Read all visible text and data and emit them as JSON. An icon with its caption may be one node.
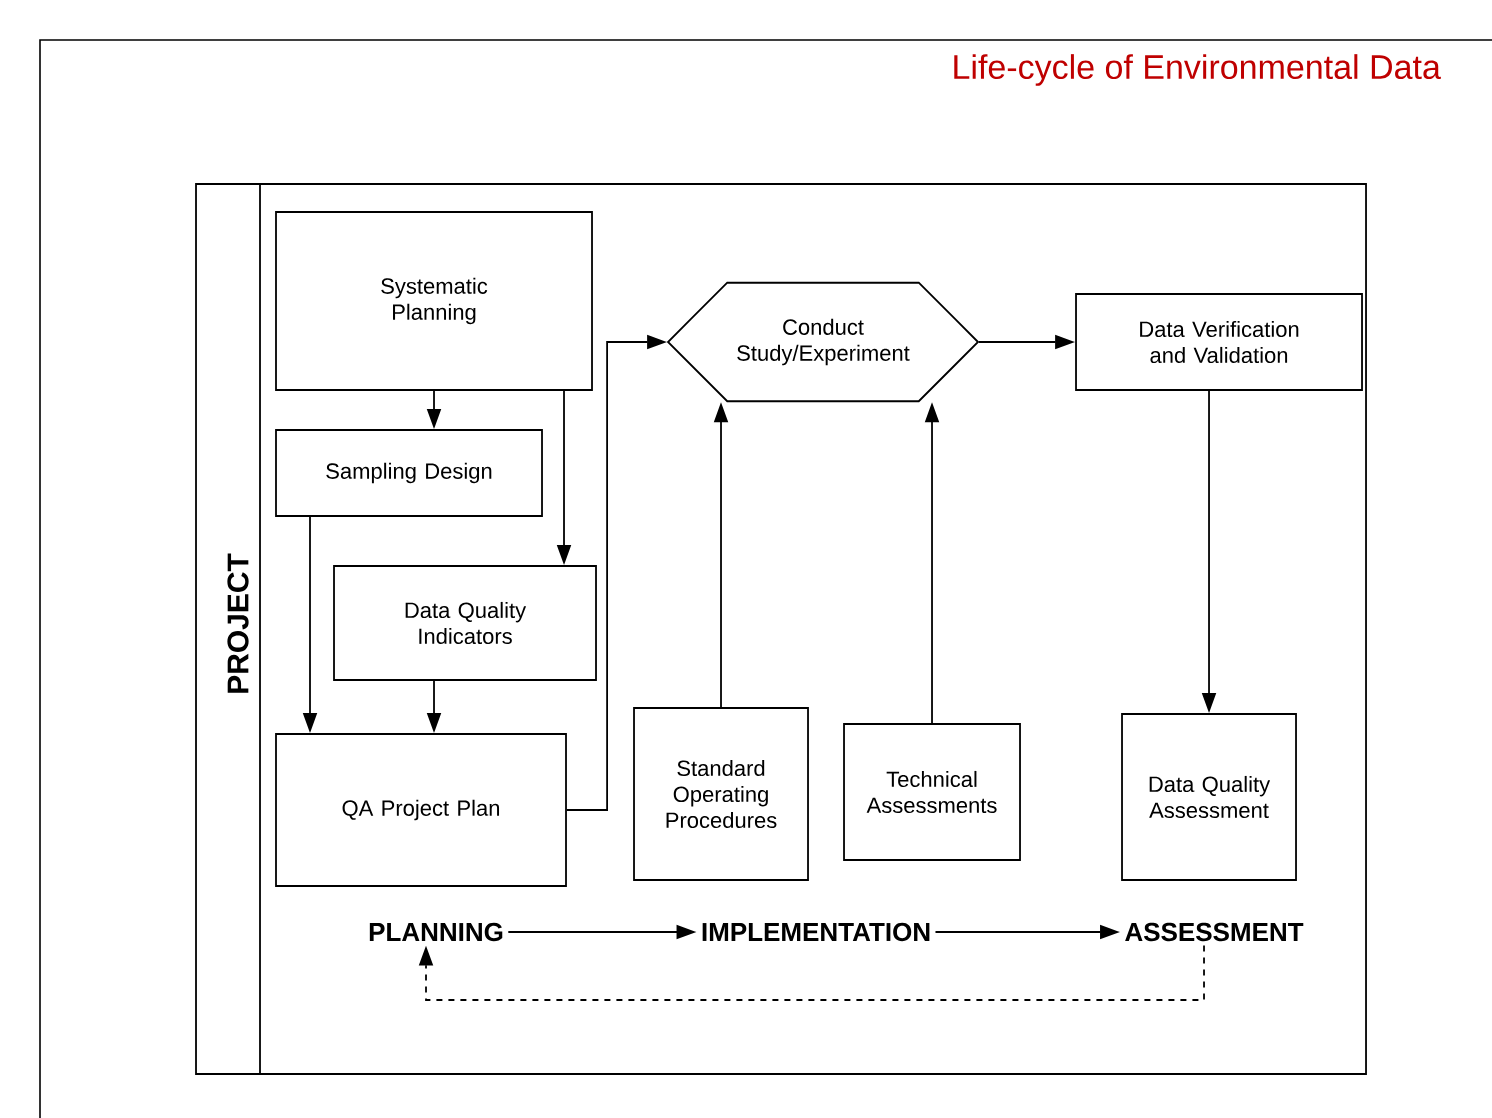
{
  "diagram": {
    "title": "Life-cycle of Environmental Data",
    "nodes": [
      {
        "text": [
          "PROJECT"
        ]
      },
      {
        "text": [
          "Systematic Planning"
        ],
        "in": 0
      },
      {
        "text": [
          "Sampling Design"
        ],
        "in": 0
      },
      {
        "text": [
          "Data Quality Indicators"
        ],
        "in": 0
      },
      {
        "text": [
          "QA Project Plan"
        ],
        "in": 0
      },
      {
        "text": [
          "Conduct Study/Experiment"
        ],
        "in": 0
      },
      {
        "text": [
          "Data Verification and Validation"
        ],
        "in": 0
      },
      {
        "text": [
          "Standard Operating Procedures"
        ],
        "in": 0
      },
      {
        "text": [
          "Technical Assessments"
        ],
        "in": 0
      },
      {
        "text": [
          "Data Quality Assessment"
        ],
        "in": 0
      },
      {
        "text": [
          "PLANNING"
        ],
        "in": 0
      },
      {
        "text": [
          "IMPLEMENTATION"
        ],
        "in": 0
      },
      {
        "text": [
          "ASSESSMENT"
        ],
        "in": 0
      }
    ],
    "edges": [
      {
        "from": 1,
        "to": 2,
        "arrow": "to"
      },
      {
        "from": 1,
        "to": 3,
        "arrow": "to"
      },
      {
        "from": 2,
        "to": 4,
        "arrow": "to"
      },
      {
        "from": 3,
        "to": 4,
        "arrow": "to"
      },
      {
        "from": 4,
        "to": 5,
        "arrow": "to"
      },
      {
        "from": 7,
        "to": 5,
        "arrow": "to"
      },
      {
        "from": 8,
        "to": 5,
        "arrow": "to"
      },
      {
        "from": 5,
        "to": 6,
        "arrow": "to"
      },
      {
        "from": 6,
        "to": 9,
        "arrow": "to"
      },
      {
        "from": 10,
        "to": 11,
        "arrow": "to"
      },
      {
        "from": 11,
        "to": 12,
        "arrow": "to"
      },
      {
        "from": 12,
        "to": 10,
        "arrow": "to",
        "style": "dashed"
      }
    ]
  }
}
